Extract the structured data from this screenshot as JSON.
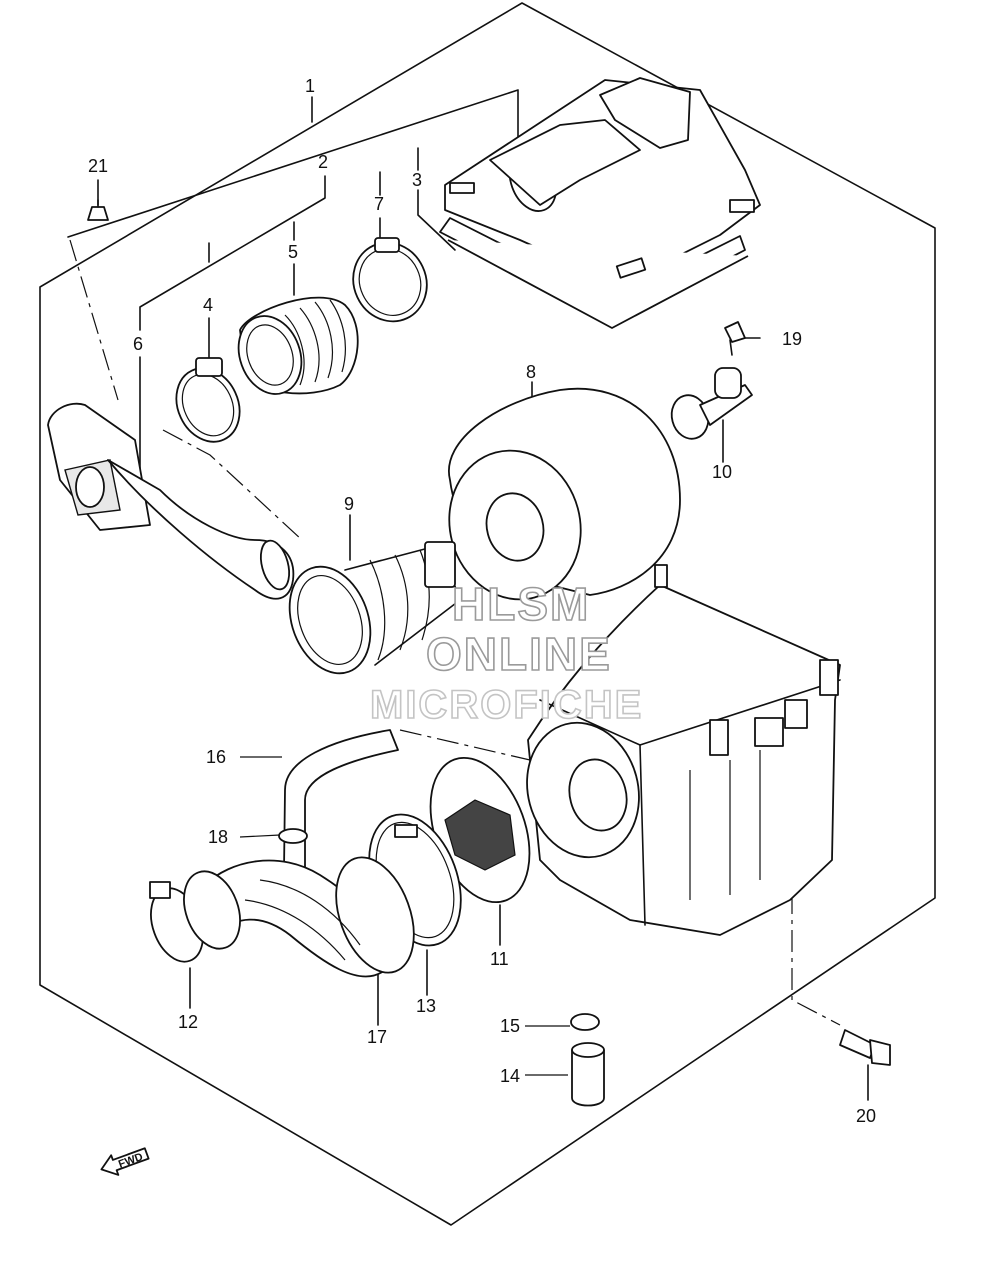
{
  "diagram": {
    "parts": [
      {
        "id": "p1",
        "label": "1"
      },
      {
        "id": "p2",
        "label": "2"
      },
      {
        "id": "p3",
        "label": "3"
      },
      {
        "id": "p4",
        "label": "4"
      },
      {
        "id": "p5",
        "label": "5"
      },
      {
        "id": "p6",
        "label": "6"
      },
      {
        "id": "p7",
        "label": "7"
      },
      {
        "id": "p8",
        "label": "8"
      },
      {
        "id": "p9",
        "label": "9"
      },
      {
        "id": "p10",
        "label": "10"
      },
      {
        "id": "p11",
        "label": "11"
      },
      {
        "id": "p12",
        "label": "12"
      },
      {
        "id": "p13",
        "label": "13"
      },
      {
        "id": "p14",
        "label": "14"
      },
      {
        "id": "p15",
        "label": "15"
      },
      {
        "id": "p16",
        "label": "16"
      },
      {
        "id": "p17",
        "label": "17"
      },
      {
        "id": "p18",
        "label": "18"
      },
      {
        "id": "p19",
        "label": "19"
      },
      {
        "id": "p20",
        "label": "20"
      },
      {
        "id": "p21",
        "label": "21"
      }
    ],
    "direction_label": "FWD",
    "watermark": {
      "line1": "HLSM",
      "line2": "ONLINE",
      "line3": "MICROFICHE"
    }
  }
}
